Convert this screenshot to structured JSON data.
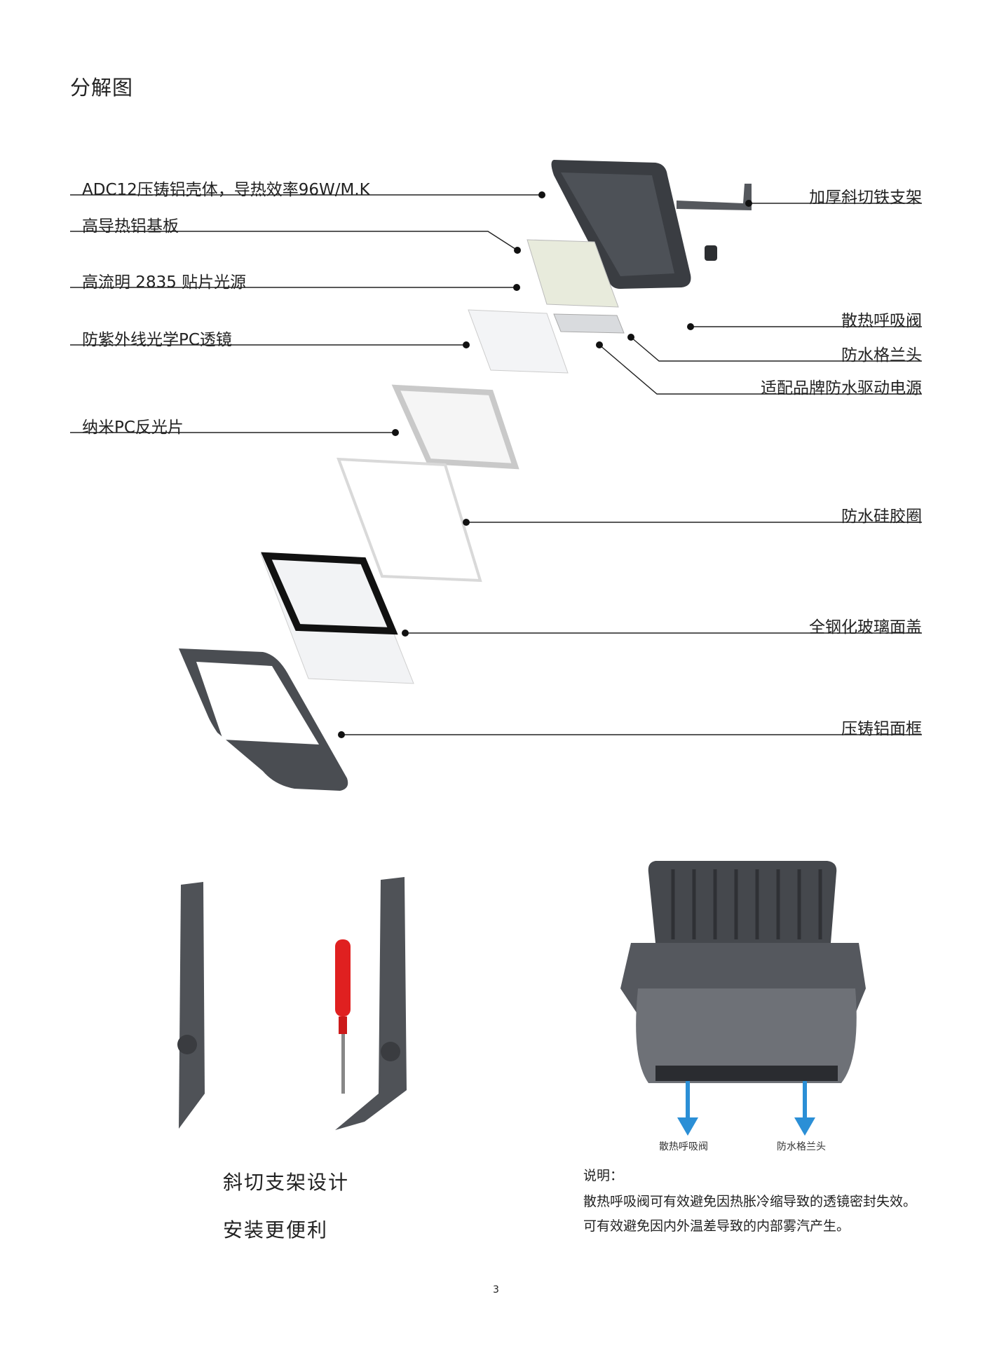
{
  "page_title": "分解图",
  "callouts_left": [
    "ADC12压铸铝壳体，导热效率96W/M.K",
    "高导热铝基板",
    "高流明 2835 贴片光源",
    "防紫外线光学PC透镜",
    "纳米PC反光片"
  ],
  "callouts_right": [
    "加厚斜切铁支架",
    "散热呼吸阀",
    "防水格兰头",
    "适配品牌防水驱动电源",
    "防水硅胶圈",
    "全钢化玻璃面盖",
    "压铸铝面框"
  ],
  "bracket_caption": [
    "斜切支架设计",
    "安装更便利"
  ],
  "vent_labels": [
    "散热呼吸阀",
    "防水格兰头"
  ],
  "note": {
    "heading": "说明：",
    "lines": [
      "散热呼吸阀可有效避免因热胀冷缩导致的透镜密封失效。",
      "可有效避免因内外温差导致的内部雾汽产生。"
    ]
  },
  "page_number": "3"
}
